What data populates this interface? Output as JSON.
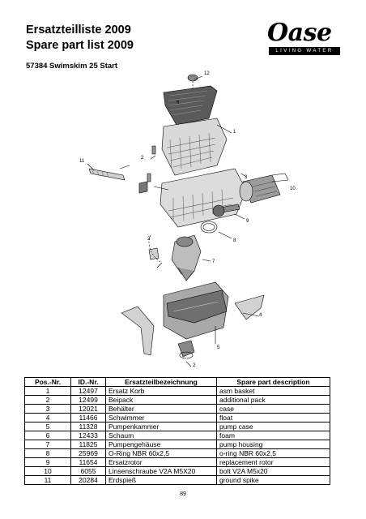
{
  "header": {
    "title_line1": "Ersatzteilliste 2009",
    "title_line2": "Spare part list 2009",
    "product": "57384 Swimskim 25 Start"
  },
  "logo": {
    "brand": "Oase",
    "tagline": "LIVING WATER"
  },
  "diagram": {
    "callouts": [
      "1",
      "2",
      "3",
      "4",
      "5",
      "6",
      "7",
      "8",
      "9",
      "10",
      "11",
      "12"
    ]
  },
  "table": {
    "headers": [
      "Pos.-Nr.",
      "ID.-Nr.",
      "Ersatzteilbezeichnung",
      "Spare part description"
    ],
    "rows": [
      [
        "1",
        "12497",
        "Ersatz Korb",
        "asm basket"
      ],
      [
        "2",
        "12499",
        "Beipack",
        "additional pack"
      ],
      [
        "3",
        "12021",
        "Behälter",
        "case"
      ],
      [
        "4",
        "11466",
        "Schwimmer",
        "float"
      ],
      [
        "5",
        "11328",
        "Pumpenkammer",
        "pump case"
      ],
      [
        "6",
        "12433",
        "Schaum",
        "foam"
      ],
      [
        "7",
        "11825",
        "Pumpengehäuse",
        "pump housing"
      ],
      [
        "8",
        "25969",
        "O-Ring NBR 60x2,5",
        "o-ring NBR 60x2,5"
      ],
      [
        "9",
        "11654",
        "Ersatzrotor",
        "replacement rotor"
      ],
      [
        "10",
        "6055",
        "Linsenschraube V2A M5X20",
        "bolt V2A M5x20"
      ],
      [
        "11",
        "20284",
        "Erdspieß",
        "ground spike"
      ]
    ]
  },
  "footer": {
    "page_number": "89"
  }
}
